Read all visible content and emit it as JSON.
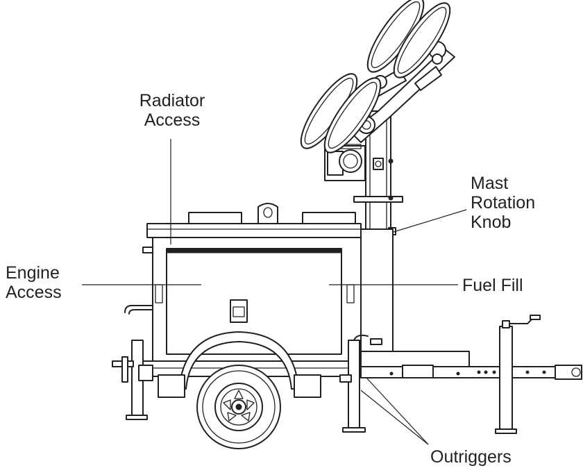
{
  "labels": {
    "radiator_access": [
      "Radiator",
      "Access"
    ],
    "mast_rotation_knob": [
      "Mast",
      "Rotation",
      "Knob"
    ],
    "engine_access": [
      "Engine",
      "Access"
    ],
    "fuel_fill": "Fuel Fill",
    "outriggers": "Outriggers"
  },
  "colors": {
    "line": "#231f20",
    "background": "#ffffff"
  }
}
